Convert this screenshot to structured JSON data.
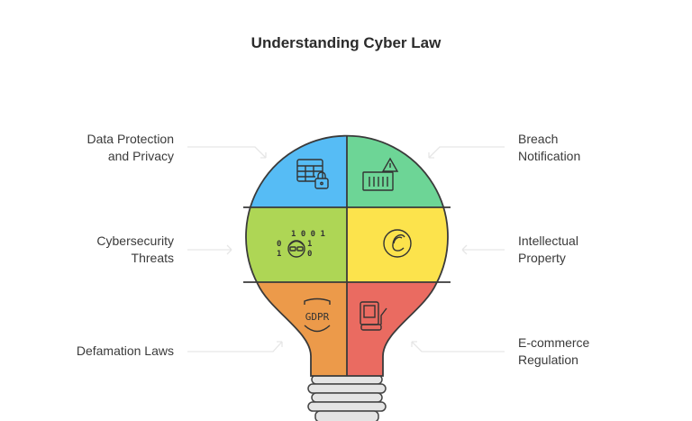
{
  "title": "Understanding Cyber Law",
  "items": [
    {
      "lines": [
        "Data Protection",
        "and Privacy"
      ],
      "icon": "database-lock-icon",
      "color": "#56BCF5"
    },
    {
      "lines": [
        "Breach",
        "Notification"
      ],
      "icon": "warning-barrier-icon",
      "color": "#6DD596"
    },
    {
      "lines": [
        "Cybersecurity",
        "Threats"
      ],
      "icon": "hacker-binary-icon",
      "color": "#AED655",
      "binary": [
        "1 0 0 1",
        "0",
        "1",
        "1",
        "0"
      ]
    },
    {
      "lines": [
        "Intellectual",
        "Property"
      ],
      "icon": "copyright-icon",
      "color": "#FCE34C"
    },
    {
      "lines": [
        "Defamation Laws"
      ],
      "icon": "gdpr-shield-icon",
      "color": "#EC9A4A",
      "badge": "GDPR"
    },
    {
      "lines": [
        "E-commerce",
        "Regulation"
      ],
      "icon": "pos-terminal-icon",
      "color": "#EA6B61"
    }
  ]
}
